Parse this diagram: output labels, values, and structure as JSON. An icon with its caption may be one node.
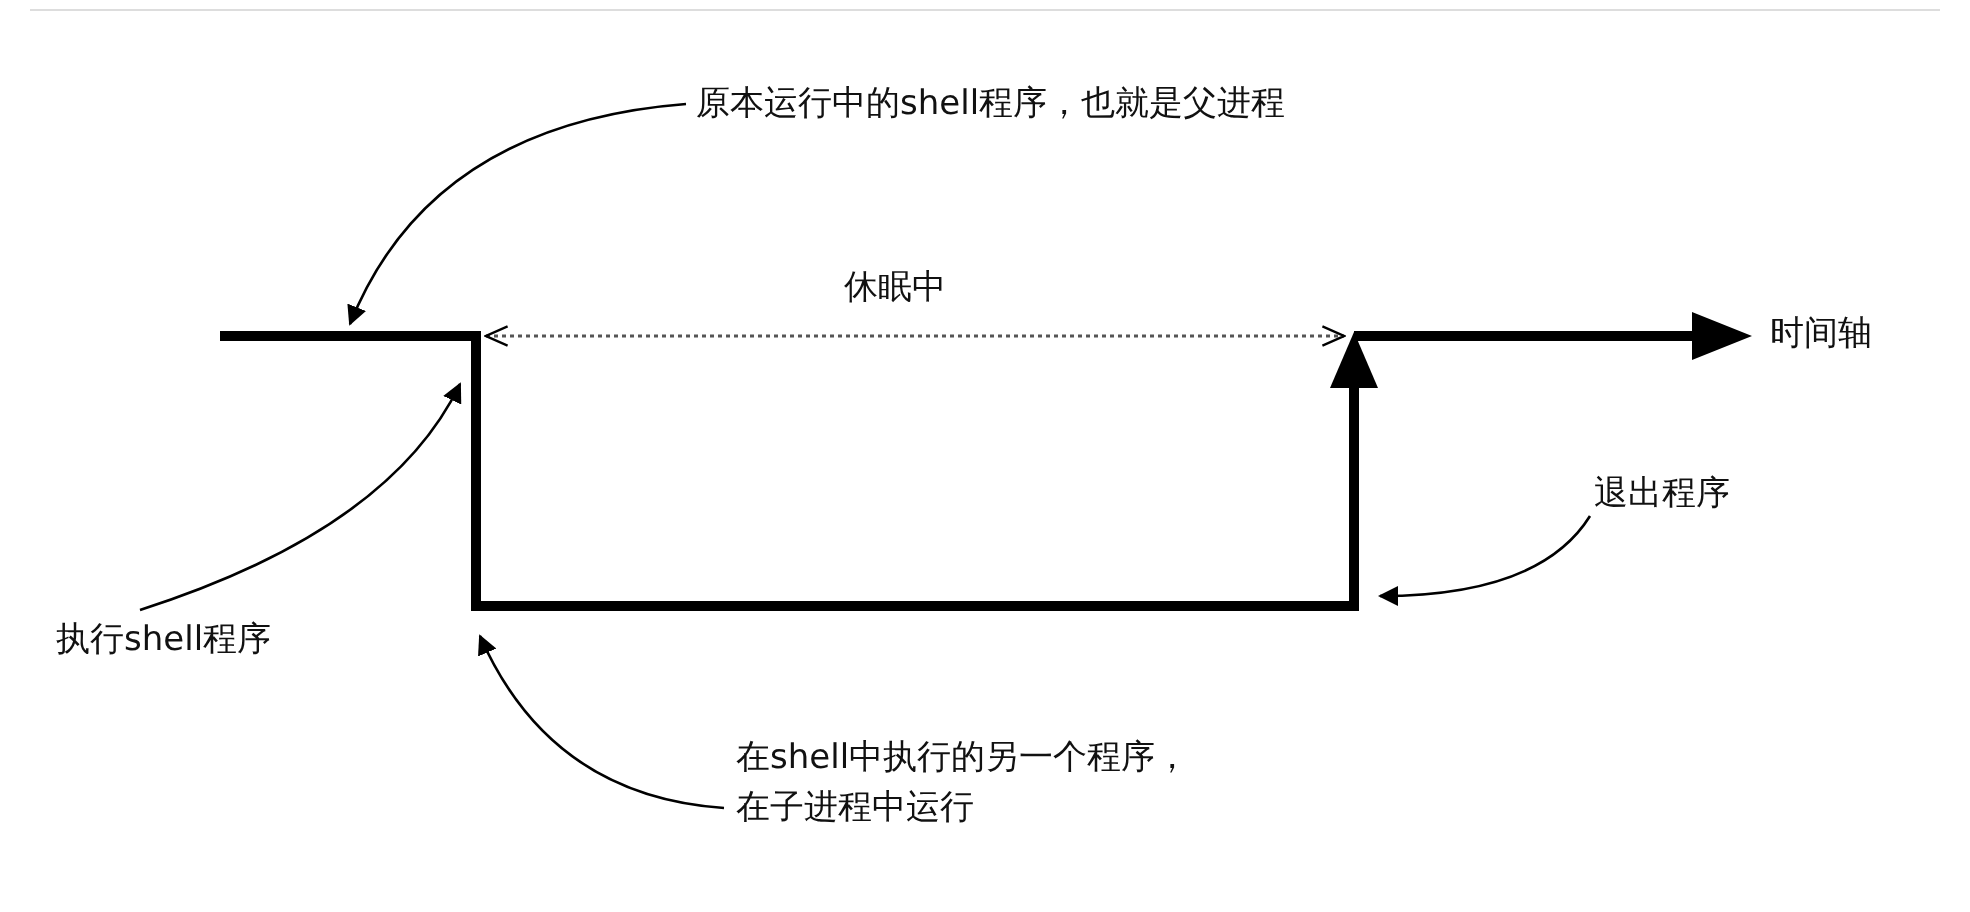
{
  "diagram": {
    "nodes": [
      {
        "text": [
          "原本运行中的shell程序，也就是父进程"
        ]
      },
      {
        "text": [
          "执行shell程序"
        ]
      },
      {
        "text": [
          "退出程序"
        ]
      },
      {
        "text": [
          "在shell中执行的另一个程序，在子进程中运行"
        ]
      }
    ],
    "edges": [
      {
        "from": 0,
        "to": null,
        "arrow": "to"
      },
      {
        "from": 1,
        "to": null,
        "arrow": "to"
      },
      {
        "from": 2,
        "to": null,
        "arrow": "to"
      },
      {
        "from": 3,
        "to": null,
        "arrow": "to"
      }
    ],
    "labels": [
      "休眠中",
      "时间轴"
    ]
  }
}
